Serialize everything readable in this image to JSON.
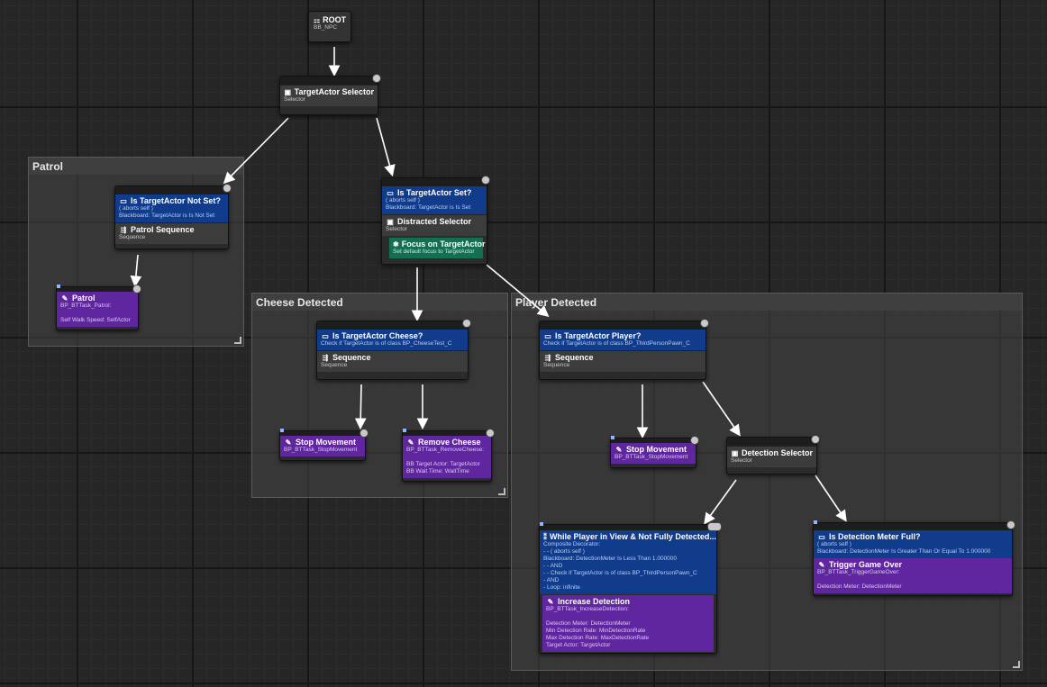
{
  "comments": {
    "patrol": "Patrol",
    "cheese": "Cheese Detected",
    "player": "Player Detected"
  },
  "nodes": {
    "root": {
      "title": "ROOT",
      "sub": "BB_NPC"
    },
    "target_selector": {
      "title": "TargetActor Selector",
      "sub": "Selector"
    },
    "not_set_dec": {
      "title": "Is TargetActor Not Set?",
      "lines": [
        "( aborts self )",
        "Blackboard: TargetActor is Is Not Set"
      ]
    },
    "patrol_seq": {
      "title": "Patrol Sequence",
      "sub": "Sequence"
    },
    "patrol_task": {
      "title": "Patrol",
      "lines": [
        "BP_BTTask_Patrol:",
        "",
        "Self Walk Speed: SelfActor"
      ]
    },
    "is_set_dec": {
      "title": "Is TargetActor Set?",
      "lines": [
        "( aborts self )",
        "Blackboard: TargetActor is Is Set"
      ]
    },
    "distracted": {
      "title": "Distracted Selector",
      "sub": "Selector"
    },
    "focus": {
      "title": "Focus on TargetActor",
      "sub": "Set default focus to TargetActor"
    },
    "cheese_dec": {
      "title": "Is TargetActor Cheese?",
      "lines": [
        "Check if TargetActor is of class BP_CheeseTest_C"
      ]
    },
    "cheese_seq": {
      "title": "Sequence",
      "sub": "Sequence"
    },
    "stop1": {
      "title": "Stop Movement",
      "lines": [
        "BP_BTTask_StopMovement"
      ]
    },
    "remove": {
      "title": "Remove Cheese",
      "lines": [
        "BP_BTTask_RemoveCheese:",
        "",
        "BB Target Actor: TargetActor",
        "BB Wait Time: WaitTime"
      ]
    },
    "player_dec": {
      "title": "Is TargetActor Player?",
      "lines": [
        "Check if TargetActor is of class BP_ThirdPersonPawn_C"
      ]
    },
    "player_seq": {
      "title": "Sequence",
      "sub": "Sequence"
    },
    "stop2": {
      "title": "Stop Movement",
      "lines": [
        "BP_BTTask_StopMovement"
      ]
    },
    "detection_sel": {
      "title": "Detection Selector",
      "sub": "Selector"
    },
    "while_dec": {
      "title": "While Player in View & Not Fully Detected...",
      "lines": [
        "Composite Decorator:",
        "- - ( aborts self )",
        "Blackboard: DetectionMeter Is Less Than 1.000000",
        "- - AND",
        "- - Check if TargetActor is of class BP_ThirdPersonPawn_C",
        "- AND",
        "- Loop: infinite"
      ]
    },
    "increase": {
      "title": "Increase Detection",
      "lines": [
        "BP_BTTask_IncreaseDetection:",
        "",
        "Detection Meter: DetectionMeter",
        "Min Detection Rate: MinDetectionRate",
        "Max Detection Rate: MaxDetectionRate",
        "Target Actor: TargetActor"
      ]
    },
    "full_dec": {
      "title": "Is Detection Meter Full?",
      "lines": [
        "( aborts self )",
        "Blackboard: DetectionMeter Is Greater Than Or Equal To 1.000000"
      ]
    },
    "gameover": {
      "title": "Trigger Game Over",
      "lines": [
        "BP_BTTask_TriggerGameOver:",
        "",
        "Detection Meter: DetectionMeter"
      ]
    }
  },
  "icons": {
    "root": "root-icon",
    "selector": "selector-icon",
    "decorator": "decorator-icon",
    "sequence": "sequence-icon",
    "task": "task-icon",
    "service": "service-icon",
    "loop": "loop-icon"
  },
  "colors": {
    "decorator": "#113c8c",
    "task": "#6026a0",
    "service": "#146e52",
    "composite": "#3c3c3c",
    "wire": "#ffffff"
  }
}
